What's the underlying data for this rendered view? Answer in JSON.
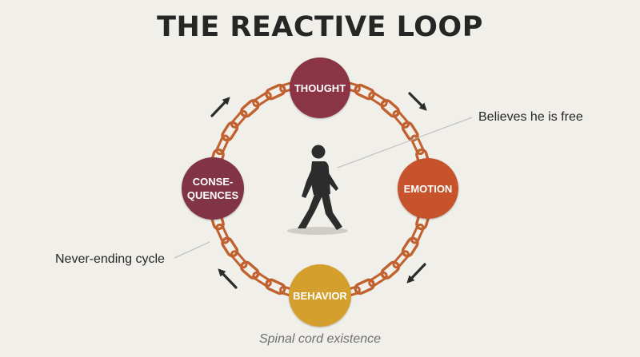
{
  "title": "THE REACTIVE LOOP",
  "nodes": {
    "thought": {
      "label": "THOUGHT",
      "color": "#8b3446"
    },
    "emotion": {
      "label": "EMOTION",
      "color": "#c6532c"
    },
    "behavior": {
      "label": "BEHAVIOR",
      "color": "#d49f2c"
    },
    "consequences": {
      "label": "CONSE-\nQUENCES",
      "color": "#823447"
    }
  },
  "annotations": {
    "free": "Believes he is free",
    "cycle": "Never-ending cycle"
  },
  "caption": "Spinal cord existence",
  "colors": {
    "chain": "#c0612f",
    "arrow": "#2b2b2b",
    "figure": "#2c2c2c"
  },
  "icons": [
    "chain-ring",
    "walking-man-icon",
    "cycle-arrow-icon"
  ]
}
